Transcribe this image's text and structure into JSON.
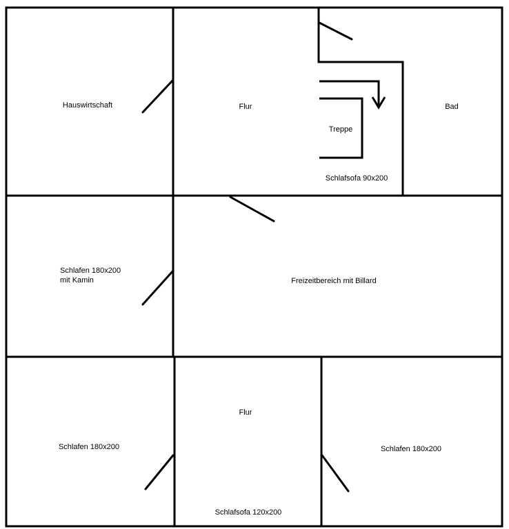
{
  "rooms": {
    "hauswirtschaft": "Hauswirtschaft",
    "flur_top": "Flur",
    "treppe": "Treppe",
    "bad": "Bad",
    "schlafsofa_90": "Schlafsofa 90x200",
    "schlafen_kamin_line1": "Schlafen 180x200",
    "schlafen_kamin_line2": "mit Kamin",
    "freizeitbereich": "Freizeitbereich mit Billard",
    "schlafen_bottom_left": "Schlafen 180x200",
    "flur_bottom": "Flur",
    "schlafsofa_120": "Schlafsofa 120x200",
    "schlafen_bottom_right": "Schlafen 180x200"
  }
}
